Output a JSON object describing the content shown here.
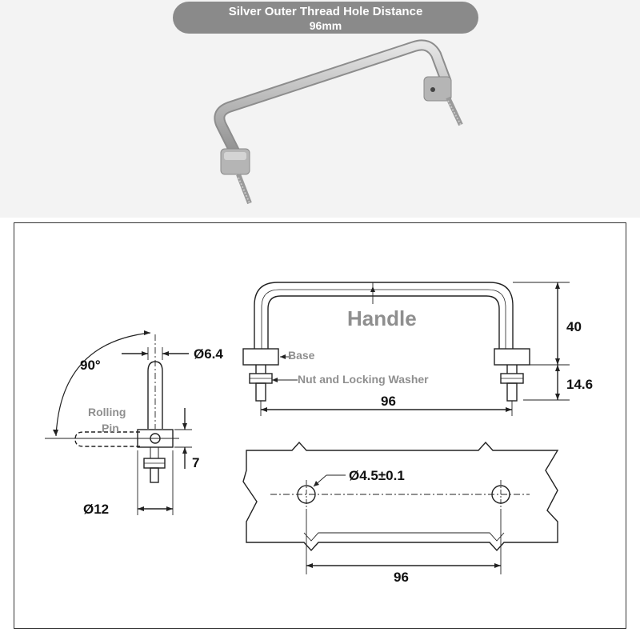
{
  "header": {
    "title_line1": "Silver Outer Thread Hole Distance",
    "title_line2": "96mm"
  },
  "labels": {
    "handle": "Handle",
    "base": "Base",
    "nut": "Nut and Locking Washer",
    "rolling_line1": "Rolling",
    "rolling_line2": "Pin"
  },
  "dimensions": {
    "angle": "90°",
    "rod_diameter": "Ø6.4",
    "base_diameter": "Ø12",
    "base_height": "7",
    "handle_height": "40",
    "thread_length": "14.6",
    "handle_width": "96",
    "hole_diameter": "Ø4.5±0.1",
    "hole_distance": "96"
  },
  "colors": {
    "title_bg": "#8a8a8a",
    "photo_bg": "#f3f3f3",
    "label_gray": "#8f8f8f",
    "line": "#222222"
  }
}
